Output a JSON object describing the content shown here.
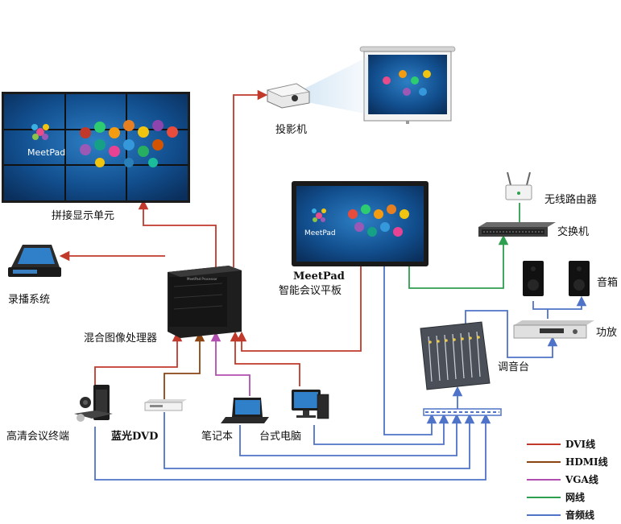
{
  "labels": {
    "video_wall": "拼接显示单元",
    "projector": "投影机",
    "recording": "录播系统",
    "meetpad_name": "MeetPad",
    "meetpad_desc": "智能会议平板",
    "router": "无线路由器",
    "switch": "交换机",
    "speaker": "音箱",
    "amplifier": "功放",
    "processor": "混合图像处理器",
    "mixer": "调音台",
    "hd_terminal": "高清会议终端",
    "bluray": "蓝光DVD",
    "laptop": "笔记本",
    "desktop": "台式电脑",
    "meetpad_logo": "MeetPad",
    "processor_plate": "MeetPad Processor"
  },
  "legend": [
    {
      "label": "DVI线",
      "color": "#c0392b"
    },
    {
      "label": "HDMI线",
      "color": "#8b4513"
    },
    {
      "label": "VGA线",
      "color": "#b04fb0"
    },
    {
      "label": "网线",
      "color": "#2e9e4f"
    },
    {
      "label": "音频线",
      "color": "#4f73c8"
    }
  ],
  "colors": {
    "dvi": "#c0392b",
    "hdmi": "#8b4513",
    "vga": "#b04fb0",
    "network": "#2e9e4f",
    "audio": "#4f73c8"
  }
}
